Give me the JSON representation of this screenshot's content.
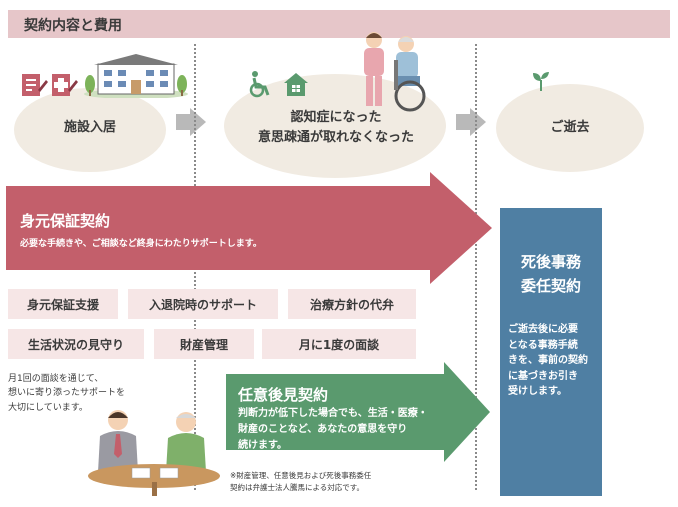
{
  "header": {
    "title": "契約内容と費用"
  },
  "stages": [
    {
      "label": "施設入居"
    },
    {
      "label_line1": "認知症になった",
      "label_line2": "意思疎通が取れなくなった"
    },
    {
      "label": "ご逝去"
    }
  ],
  "guarantee": {
    "title": "身元保証契約",
    "subtitle": "必要な手続きや、ご相談など終身にわたりサポートします。",
    "items": [
      "身元保証支援",
      "入退院時のサポート",
      "治療方針の代弁",
      "生活状況の見守り",
      "財産管理",
      "月に1度の面談"
    ]
  },
  "posthumous": {
    "title_line1": "死後事務",
    "title_line2": "委任契約",
    "text_line1": "ご逝去後に必要",
    "text_line2": "となる事務手続",
    "text_line3": "きを、事前の契約",
    "text_line4": "に基づきお引き",
    "text_line5": "受けします。"
  },
  "guardianship": {
    "title": "任意後見契約",
    "text_line1": "判断力が低下した場合でも、生活・医療・",
    "text_line2": "財産のことなど、あなたの意思を守り",
    "text_line3": "続けます。"
  },
  "meeting_note": {
    "line1": "月1回の面談を通じて、",
    "line2": "想いに寄り添ったサポートを",
    "line3": "大切にしています。"
  },
  "footnote": {
    "line1": "※財産管理、任意後見および死後事務委任",
    "line2": "契約は弁護士法人騰馬による対応です。"
  },
  "colors": {
    "pink": "#c35f6b",
    "blue": "#4f7fa3",
    "green": "#5a9a6e",
    "header_bg": "#e6c6c9",
    "stage_bg": "#f1ebe2"
  },
  "icons": [
    "document-icon",
    "medical-document-icon",
    "facility-building-icon",
    "wheelchair-icon",
    "house-icon",
    "caregiver-illustration",
    "sprout-icon",
    "meeting-illustration"
  ]
}
